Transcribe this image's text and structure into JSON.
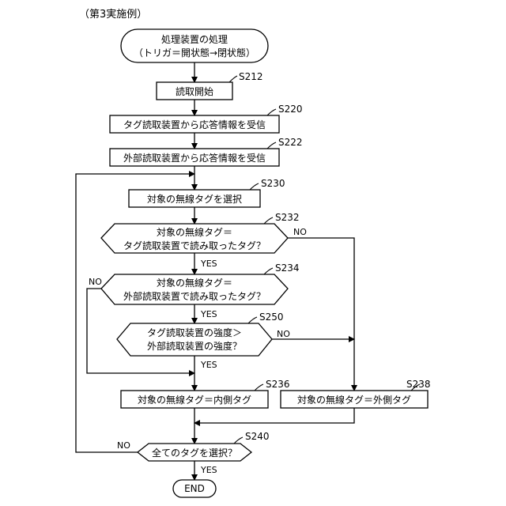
{
  "caption": "（第3実施例）",
  "start": {
    "line1": "処理装置の処理",
    "line2": "（トリガ＝開状態→閉状態）"
  },
  "steps": {
    "s212": {
      "id": "S212",
      "text": "読取開始"
    },
    "s220": {
      "id": "S220",
      "text": "タグ読取装置から応答情報を受信"
    },
    "s222": {
      "id": "S222",
      "text": "外部読取装置から応答情報を受信"
    },
    "s230": {
      "id": "S230",
      "text": "対象の無線タグを選択"
    },
    "s232": {
      "id": "S232",
      "line1": "対象の無線タグ＝",
      "line2": "タグ読取装置で読み取ったタグ？"
    },
    "s234": {
      "id": "S234",
      "line1": "対象の無線タグ＝",
      "line2": "外部読取装置で読み取ったタグ？"
    },
    "s250": {
      "id": "S250",
      "line1": "タグ読取装置の強度＞",
      "line2": "外部読取装置の強度？"
    },
    "s236": {
      "id": "S236",
      "text": "対象の無線タグ＝内側タグ"
    },
    "s238": {
      "id": "S238",
      "text": "対象の無線タグ＝外側タグ"
    },
    "s240": {
      "id": "S240",
      "text": "全てのタグを選択？"
    }
  },
  "end": "END",
  "branch_labels": {
    "yes": "YES",
    "no": "NO"
  }
}
